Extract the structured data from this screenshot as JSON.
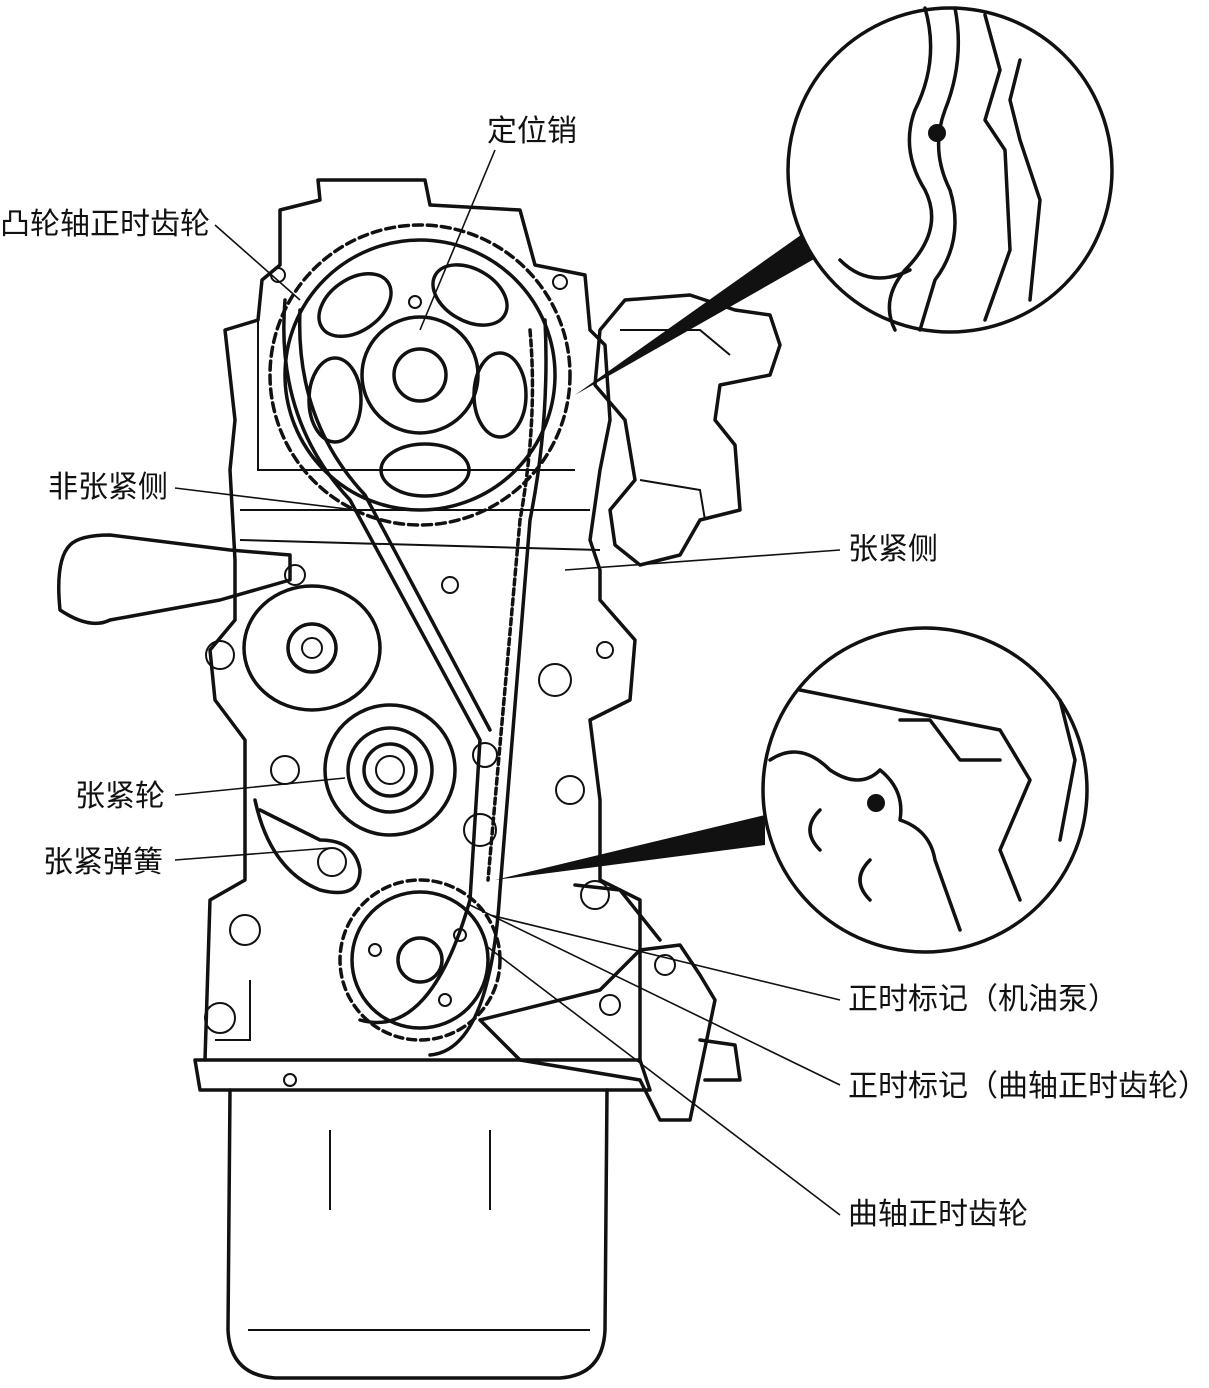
{
  "labels": {
    "dowel_pin": "定位销",
    "camshaft_gear": "凸轮轴正时齿轮",
    "slack_side": "非张紧侧",
    "tension_side": "张紧侧",
    "tensioner_pulley": "张紧轮",
    "tensioner_spring": "张紧弹簧",
    "mark_oil_pump": "正时标记（机油泵）",
    "mark_crank_gear": "正时标记（曲轴正时齿轮）",
    "crankshaft_gear": "曲轴正时齿轮"
  }
}
